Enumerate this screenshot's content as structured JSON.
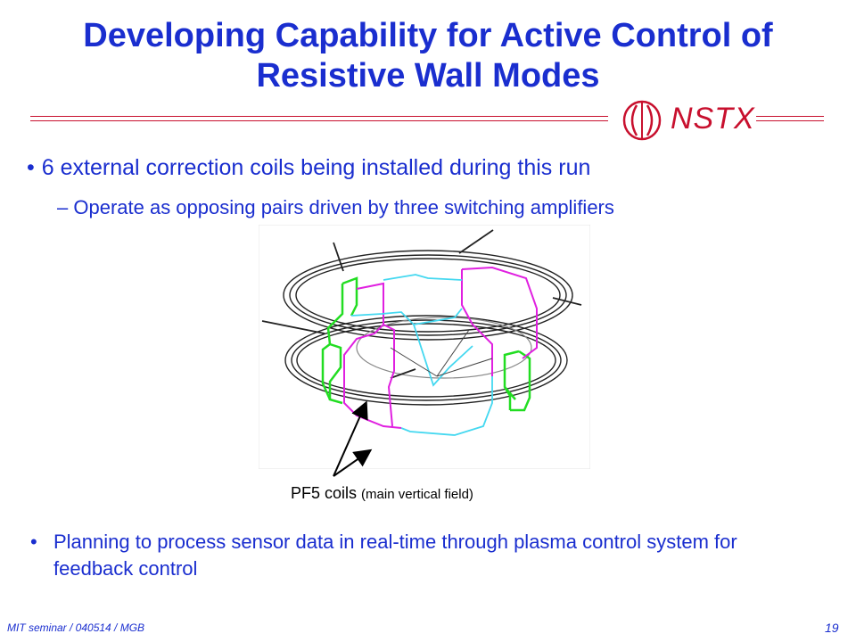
{
  "slide": {
    "title_line1": "Developing Capability for Active Control of",
    "title_line2": "Resistive Wall Modes",
    "logo_text": "NSTX",
    "bullet1": "6 external correction coils being installed during this run",
    "subbullet1": "Operate as opposing pairs driven by three switching amplifiers",
    "figure": {
      "caption_main": "PF5 coils",
      "caption_small": "(main vertical field)",
      "coil_colors": {
        "green": "#22dd22",
        "magenta": "#e020e0",
        "cyan": "#44d8f0",
        "ring": "#222222"
      }
    },
    "bullet2": "Planning to process sensor data in real-time through plasma control system for feedback control",
    "footer": "MIT seminar / 040514 / MGB",
    "page_number": "19",
    "colors": {
      "title": "#1a2ecf",
      "accent": "#c8102e"
    }
  }
}
